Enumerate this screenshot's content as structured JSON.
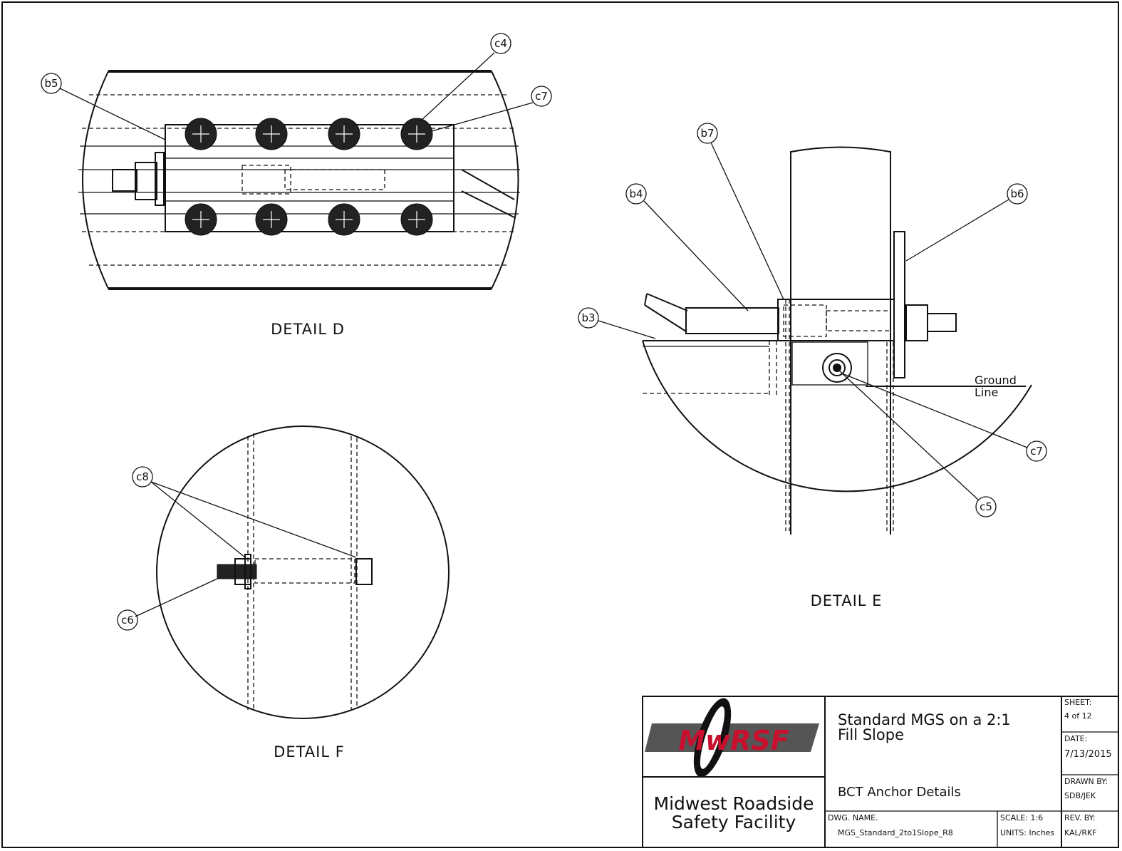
{
  "details": {
    "d": "DETAIL  D",
    "e": "DETAIL  E",
    "f": "DETAIL  F"
  },
  "callouts": {
    "b3": "b3",
    "b4": "b4",
    "b5": "b5",
    "b6": "b6",
    "b7": "b7",
    "c4": "c4",
    "c5": "c5",
    "c6": "c6",
    "c7_d": "c7",
    "c7_e": "c7",
    "c8": "c8"
  },
  "ground_line": {
    "line1": "Ground",
    "line2": "Line"
  },
  "title_block": {
    "logo_text": "MwRSF",
    "org_line1": "Midwest  Roadside",
    "org_line2": "Safety  Facility",
    "title_line1": "Standard  MGS  on  a  2:1",
    "title_line2": "Fill  Slope",
    "subtitle": "BCT  Anchor  Details",
    "dwg_label": "DWG.  NAME.",
    "dwg_value": "MGS_Standard_2to1Slope_R8",
    "scale": "SCALE:  1:6",
    "units": "UNITS:  Inches",
    "sheet_label": "SHEET:",
    "sheet_value": "4  of  12",
    "date_label": "DATE:",
    "date_value": "7/13/2015",
    "drawn_label": "DRAWN  BY:",
    "drawn_value": "SDB/JEK",
    "rev_label": "REV.  BY:",
    "rev_value": "KAL/RKF"
  }
}
